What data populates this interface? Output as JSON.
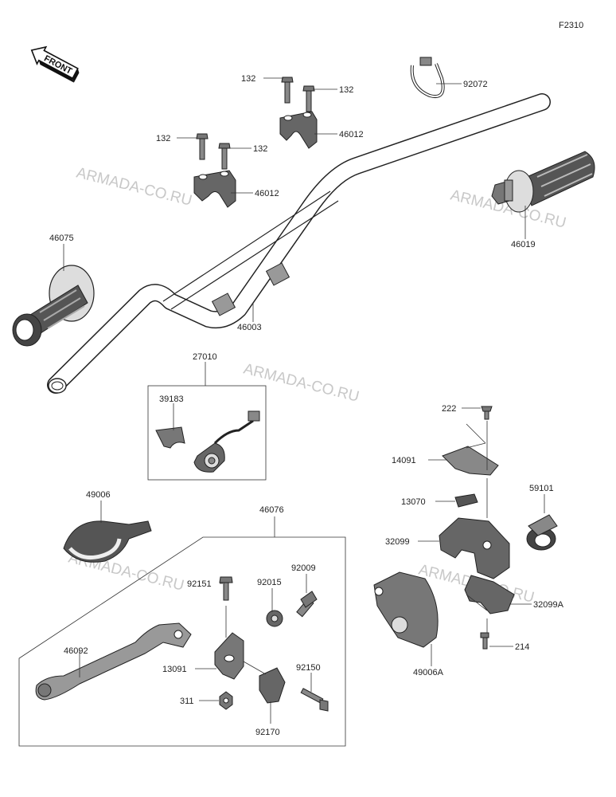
{
  "diagram_code": "F2310",
  "front_label": "FRONT",
  "watermark": "ARMADA-CO.RU",
  "parts": {
    "p132a": "132",
    "p132b": "132",
    "p132c": "132",
    "p132d": "132",
    "p46012a": "46012",
    "p46012b": "46012",
    "p92072": "92072",
    "p46075": "46075",
    "p46019": "46019",
    "p46003": "46003",
    "p27010": "27010",
    "p39183": "39183",
    "p222": "222",
    "p14091": "14091",
    "p13070": "13070",
    "p59101": "59101",
    "p32099": "32099",
    "p32099A": "32099A",
    "p214": "214",
    "p49006A": "49006A",
    "p49006": "49006",
    "p46076": "46076",
    "p92151": "92151",
    "p92015": "92015",
    "p92009": "92009",
    "p46092": "46092",
    "p13091": "13091",
    "p92150": "92150",
    "p311": "311",
    "p92170": "92170"
  }
}
